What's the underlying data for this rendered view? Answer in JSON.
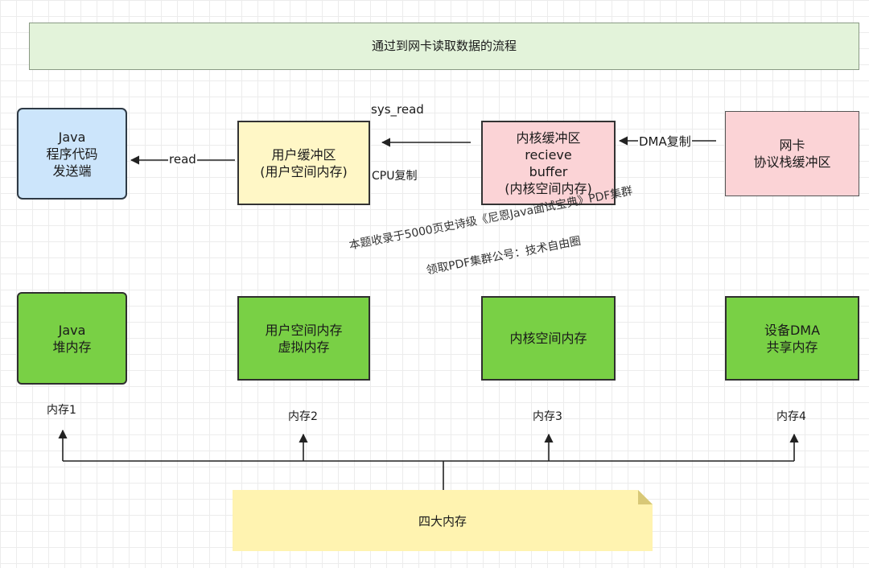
{
  "title": "通过到网卡读取数据的流程",
  "boxes": {
    "java_app": [
      "Java",
      "程序代码",
      "发送端"
    ],
    "user_buffer": [
      "用户缓冲区",
      "(用户空间内存)"
    ],
    "kernel_buffer": [
      "内核缓冲区",
      "recieve",
      "buffer",
      "(内核空间内存)"
    ],
    "nic": [
      "网卡",
      "协议栈缓冲区"
    ]
  },
  "arrows": {
    "read": "read",
    "sys_read": "sys_read",
    "cpu_copy": "CPU复制",
    "dma_copy": "DMA复制"
  },
  "memory": {
    "m1": [
      "Java",
      "堆内存"
    ],
    "m2": [
      "用户空间内存",
      "虚拟内存"
    ],
    "m3": [
      "内核空间内存"
    ],
    "m4": [
      "设备DMA",
      "共享内存"
    ]
  },
  "memory_labels": [
    "内存1",
    "内存2",
    "内存3",
    "内存4"
  ],
  "note": "四大内存",
  "watermark": {
    "line1": "本题收录于5000页史诗级《尼恩Java面试宝典》PDF集群",
    "line2": "领取PDF集群公号：技术自由圈"
  }
}
